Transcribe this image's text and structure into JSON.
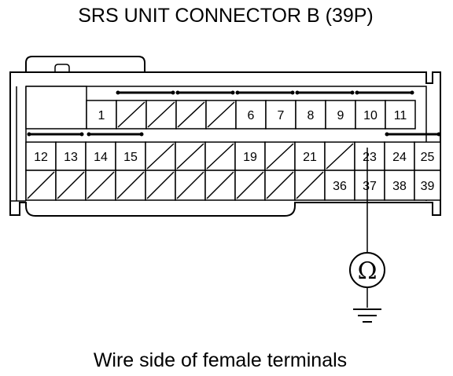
{
  "diagram": {
    "title": "SRS UNIT CONNECTOR B (39P)",
    "caption": "Wire side of female terminals",
    "meter_symbol": "Ω",
    "meter_icon": "ohmmeter-icon",
    "ground_icon": "ground-icon",
    "meter_connected_pins": [
      "23",
      "37"
    ],
    "rows": [
      {
        "name": "top",
        "cells": [
          {
            "label": "",
            "state": "blank"
          },
          {
            "label": "1",
            "state": "pin"
          },
          {
            "label": "",
            "state": "empty"
          },
          {
            "label": "",
            "state": "empty"
          },
          {
            "label": "",
            "state": "empty"
          },
          {
            "label": "",
            "state": "empty"
          },
          {
            "label": "6",
            "state": "pin"
          },
          {
            "label": "7",
            "state": "pin"
          },
          {
            "label": "8",
            "state": "pin"
          },
          {
            "label": "9",
            "state": "pin"
          },
          {
            "label": "10",
            "state": "pin"
          },
          {
            "label": "11",
            "state": "pin"
          }
        ]
      },
      {
        "name": "middle",
        "cells": [
          {
            "label": "12",
            "state": "pin"
          },
          {
            "label": "13",
            "state": "pin"
          },
          {
            "label": "14",
            "state": "pin"
          },
          {
            "label": "15",
            "state": "pin"
          },
          {
            "label": "",
            "state": "empty"
          },
          {
            "label": "",
            "state": "empty"
          },
          {
            "label": "",
            "state": "empty"
          },
          {
            "label": "19",
            "state": "pin"
          },
          {
            "label": "",
            "state": "empty"
          },
          {
            "label": "21",
            "state": "pin"
          },
          {
            "label": "",
            "state": "empty"
          },
          {
            "label": "23",
            "state": "pin"
          },
          {
            "label": "24",
            "state": "pin"
          },
          {
            "label": "25",
            "state": "pin"
          }
        ]
      },
      {
        "name": "bottom",
        "cells": [
          {
            "label": "",
            "state": "empty"
          },
          {
            "label": "",
            "state": "empty"
          },
          {
            "label": "",
            "state": "empty"
          },
          {
            "label": "",
            "state": "empty"
          },
          {
            "label": "",
            "state": "empty"
          },
          {
            "label": "",
            "state": "empty"
          },
          {
            "label": "",
            "state": "empty"
          },
          {
            "label": "",
            "state": "empty"
          },
          {
            "label": "",
            "state": "empty"
          },
          {
            "label": "",
            "state": "empty"
          },
          {
            "label": "36",
            "state": "pin"
          },
          {
            "label": "37",
            "state": "pin"
          },
          {
            "label": "38",
            "state": "pin"
          },
          {
            "label": "39",
            "state": "pin"
          }
        ]
      }
    ]
  }
}
